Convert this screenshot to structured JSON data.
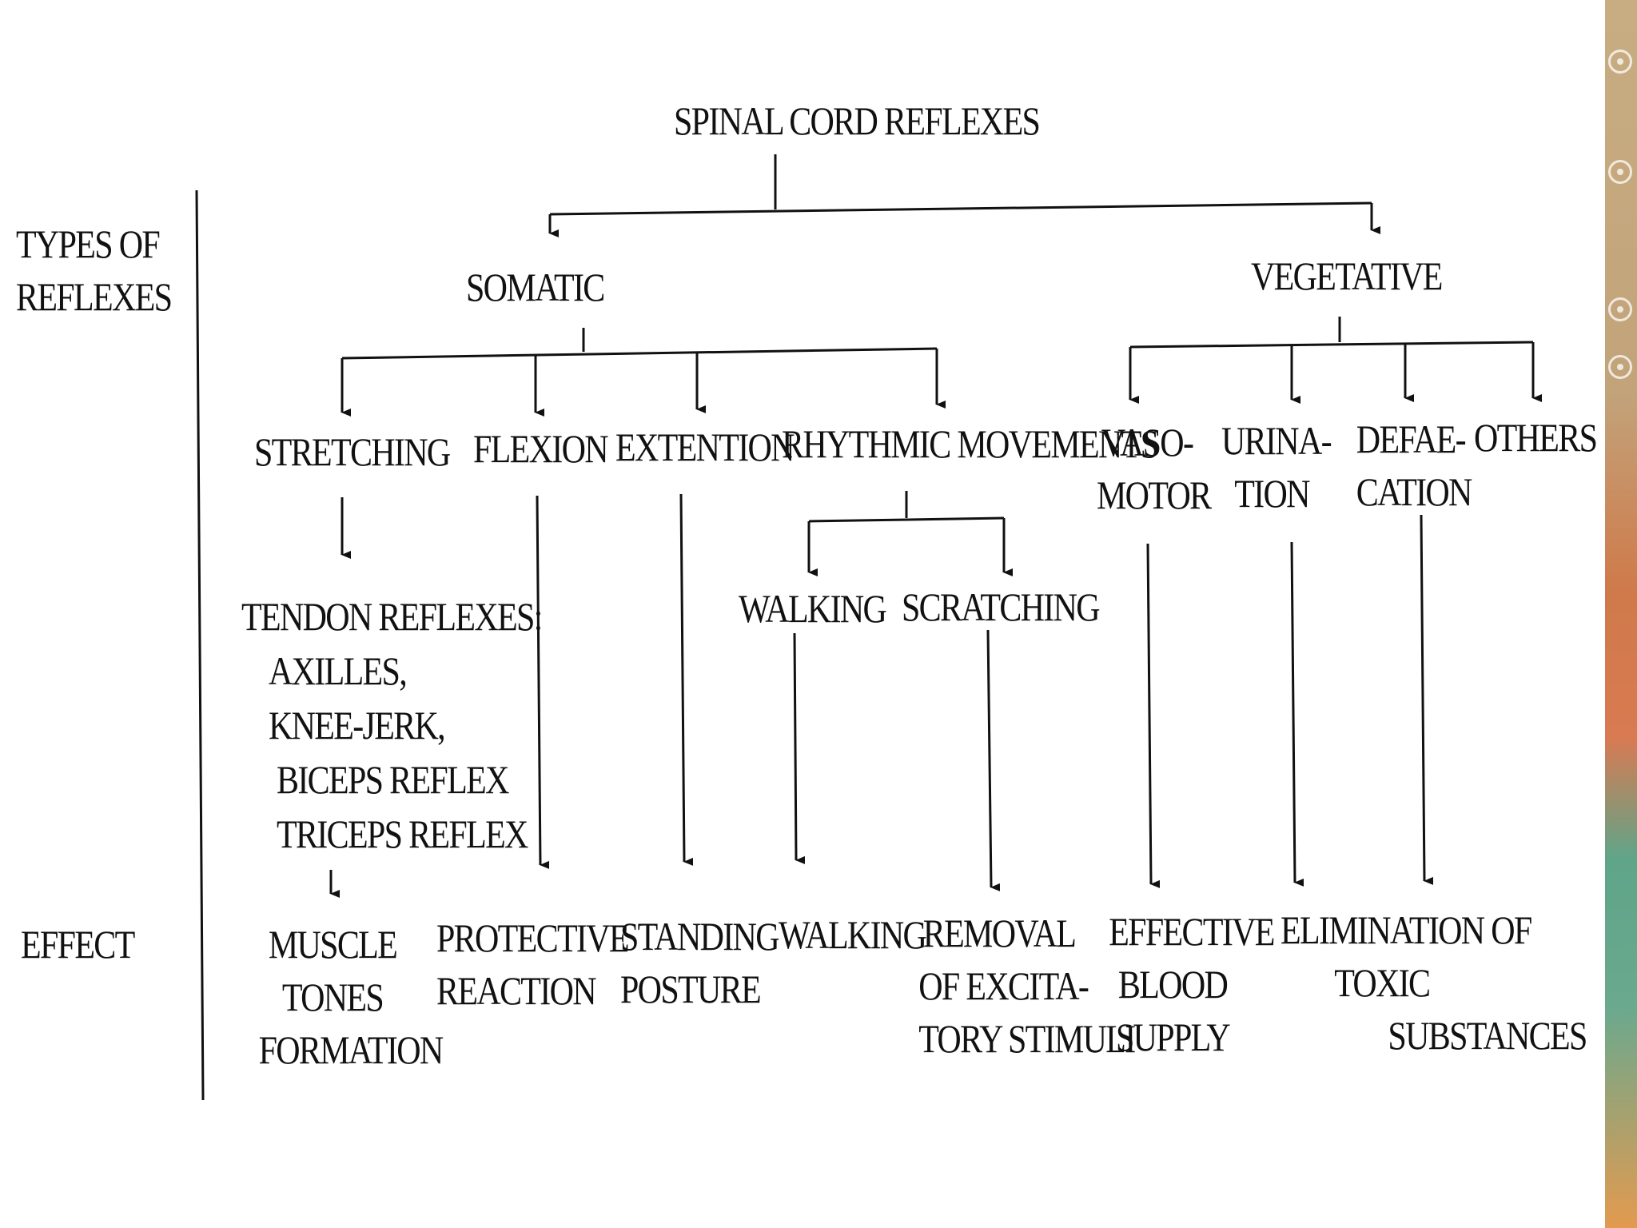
{
  "row_labels": {
    "types": [
      "TYPES OF",
      "REFLEXES"
    ],
    "effect": "EFFECT"
  },
  "nodes": {
    "root": "SPINAL CORD REFLEXES",
    "somatic": "SOMATIC",
    "vegetative": "VEGETATIVE",
    "stretching": "STRETCHING",
    "flexion": "FLEXION",
    "extention": "EXTENTION",
    "rhythmic": "RHYTHMIC MOVEMENTS",
    "vasomotor": [
      "VASO-",
      "MOTOR"
    ],
    "urination": [
      "URINA-",
      "TION"
    ],
    "defaecation": [
      "DEFAE-",
      "CATION"
    ],
    "others": "OTHERS",
    "walking": "WALKING",
    "scratching": "SCRATCHING",
    "tendon_title": "TENDON REFLEXES:",
    "tendon_items": [
      "AXILLES,",
      "KNEE-JERK,",
      "BICEPS REFLEX",
      "TRICEPS REFLEX"
    ]
  },
  "effects": {
    "muscle": [
      "MUSCLE",
      "TONES",
      "FORMATION"
    ],
    "protective": [
      "PROTECTIVE",
      "REACTION"
    ],
    "standing": [
      "STANDING",
      "POSTURE"
    ],
    "walking": "WALKING",
    "removal": [
      "REMOVAL",
      "OF EXCITA-",
      "TORY STIMULI"
    ],
    "blood": [
      "EFFECTIVE",
      "BLOOD",
      "SUPPLY"
    ],
    "elimination": [
      "ELIMINATION OF",
      "TOXIC",
      "SUBSTANCES"
    ]
  }
}
